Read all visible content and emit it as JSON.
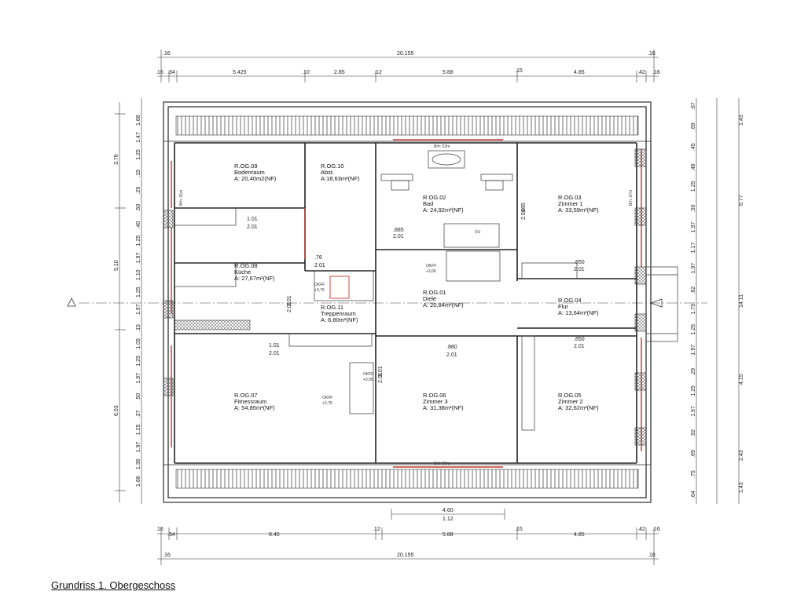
{
  "title": "Grundriss 1. Obergeschoss",
  "dims": {
    "top_total": ".16|20.155|.16",
    "top_segments": ".16|.34|5.425|.10|2.85|.12|5.88|.15|4.85|.42|.16",
    "bottom_total": ".16|20.155|.16",
    "bottom_segments": ".16|.34|8.40|.12|5.88|.15|4.85|.42|.16",
    "center_bottom": "4.60|1.12",
    "left_outer": "3.76|5.10|6.53",
    "left_inner": "1.68|1.47|1.25|.15|.29|.50|.40|1.25|1.97|1.10|1.25|1.97|.15|1.09|1.25|1.97|.50|.37|1.25|1.97|1.36|1.68",
    "right_outer": "1.43|6.77|14.11|4.15|2.43|1.43",
    "right_inner": ".67|.69|.45|.46|1.25|.50|1.97|1.17|1.97|.62|1.75|1.25|1.97|.29|1.25|1.97|.92|.69|.75|.64"
  },
  "rooms": [
    {
      "id": "R.OG.09",
      "name": "Bodenraum",
      "area": "A: 20,40m2(NF)"
    },
    {
      "id": "R.OG.10",
      "name": "Abst.",
      "area": "A:18,63m²(NF)"
    },
    {
      "id": "R.OG.02",
      "name": "Bad",
      "area": "A: 24,92m²(NF)"
    },
    {
      "id": "R.OG.03",
      "name": "Zimmer 1",
      "area": "A: 33,59m²(NF)"
    },
    {
      "id": "R.OG.08",
      "name": "Küche",
      "area": "A: 27,67m²(NF)"
    },
    {
      "id": "R.OG.11",
      "name": "Treppenraum",
      "area": "A: 6,80m²(NF)"
    },
    {
      "id": "R.OG.01",
      "name": "Diele",
      "area": "A: 20,84m²(NF)"
    },
    {
      "id": "R.OG.04",
      "name": "Flur",
      "area": "A: 13,64m²(NF)"
    },
    {
      "id": "R.OG.07",
      "name": "Fitnessraum",
      "area": "A: 54,85m²(NF)"
    },
    {
      "id": "R.OG.06",
      "name": "Zimmer 3",
      "area": "A: 31,38m²(NF)"
    },
    {
      "id": "R.OG.05",
      "name": "Zimmer 2",
      "area": "A: 32,62m²(NF)"
    }
  ],
  "openings": [
    "1.01",
    "2.01",
    ".76",
    "2.01",
    ".885",
    "2.01",
    ".885",
    "2.01",
    ".850",
    "2.01",
    ".850",
    "2.01",
    "1.01",
    "2.01",
    ".880",
    "2.01",
    "1.01",
    "2.01",
    "1.01",
    "2.01"
  ],
  "notes": {
    "okff1": "OKFF",
    "okff1_val": "+3,76",
    "okff2": "OKFF",
    "okff2_val": "+3,06",
    "okff3": "OKFF",
    "okff3_val": "+3,76",
    "okff4": "OKFF",
    "okff4_val": "+3,05",
    "du": "DU",
    "brh_top": "Brh: 52m",
    "brh_bottom": "Brh: 52m",
    "brh_left": "Brh: 91m",
    "brh_right": "Brh: 67m"
  }
}
